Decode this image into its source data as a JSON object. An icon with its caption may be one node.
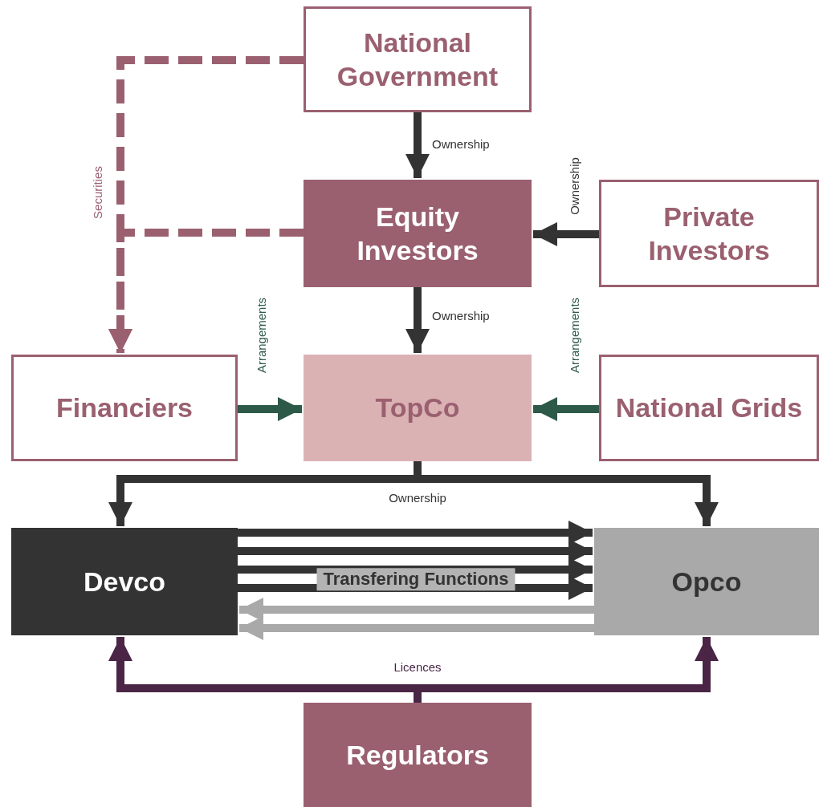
{
  "diagram": {
    "nodes": [
      {
        "text": [
          "National Government"
        ]
      },
      {
        "text": [
          "Equity Investors"
        ]
      },
      {
        "text": [
          "Private Investors"
        ]
      },
      {
        "text": [
          "Financiers"
        ]
      },
      {
        "text": [
          "TopCo"
        ]
      },
      {
        "text": [
          "National Grids"
        ]
      },
      {
        "text": [
          "Devco"
        ]
      },
      {
        "text": [
          "Opco"
        ]
      },
      {
        "text": [
          "Regulators"
        ]
      }
    ],
    "edges": [
      {
        "from": 0,
        "to": 1,
        "arrow": "to",
        "label": "Ownership"
      },
      {
        "from": 2,
        "to": 1,
        "arrow": "to",
        "label": "Ownership"
      },
      {
        "from": 1,
        "to": 4,
        "arrow": "to",
        "label": "Ownership"
      },
      {
        "from": 3,
        "to": 4,
        "arrow": "to",
        "label": "Arrangements",
        "color": "#2d5a48"
      },
      {
        "from": 5,
        "to": 4,
        "arrow": "to",
        "label": "Arrangements",
        "color": "#2d5a48"
      },
      {
        "from": 0,
        "to": 3,
        "arrow": "to",
        "label": "Securities",
        "style": "dashed",
        "color": "#9a6070"
      },
      {
        "from": 1,
        "to": 3,
        "arrow": "to",
        "style": "dashed",
        "color": "#9a6070"
      },
      {
        "from": 4,
        "to": 6,
        "arrow": "to",
        "label": "Ownership"
      },
      {
        "from": 4,
        "to": 7,
        "arrow": "to"
      },
      {
        "from": 6,
        "to": 7,
        "arrow": "to"
      },
      {
        "from": 6,
        "to": 7,
        "arrow": "to"
      },
      {
        "from": 6,
        "to": 7,
        "arrow": "to",
        "label": "Transfering Functions"
      },
      {
        "from": 6,
        "to": 7,
        "arrow": "to"
      },
      {
        "from": 7,
        "to": 6,
        "arrow": "to",
        "color": "#a9a9a9"
      },
      {
        "from": 7,
        "to": 6,
        "arrow": "to",
        "color": "#a9a9a9"
      },
      {
        "from": 8,
        "to": 6,
        "arrow": "to",
        "label": "Licences",
        "color": "#4a2545"
      },
      {
        "from": 8,
        "to": 7,
        "arrow": "to",
        "color": "#4a2545"
      }
    ]
  }
}
